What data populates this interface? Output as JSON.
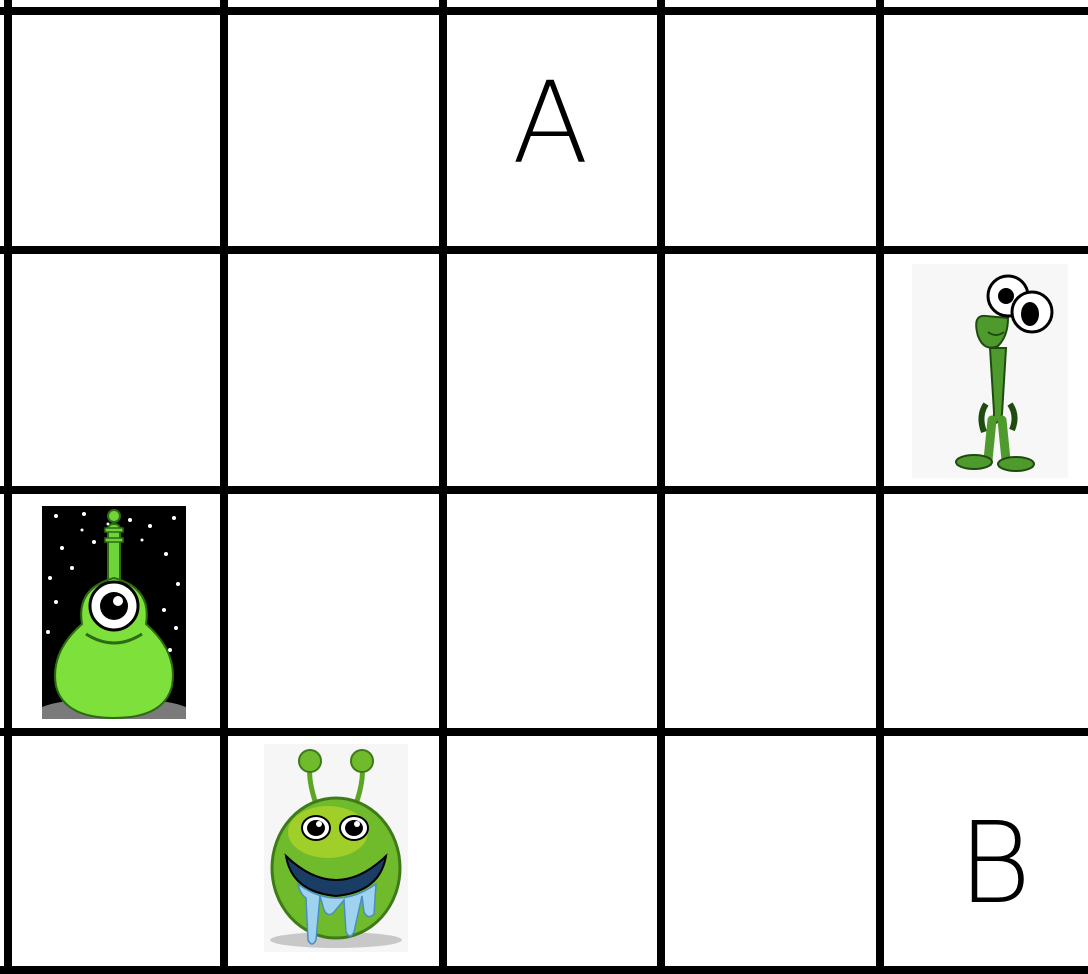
{
  "grid": {
    "rows": 4,
    "columns": 5
  },
  "labels": {
    "a": "A",
    "b": "B"
  },
  "pieces": [
    {
      "name": "one-eyed-alien",
      "row": 3,
      "column": 1
    },
    {
      "name": "drooling-alien",
      "row": 4,
      "column": 2
    },
    {
      "name": "big-eyed-alien",
      "row": 2,
      "column": 5
    }
  ],
  "colors": {
    "grid_line": "#000000",
    "alien_green": "#7ee03a",
    "space_background": "#000000"
  }
}
